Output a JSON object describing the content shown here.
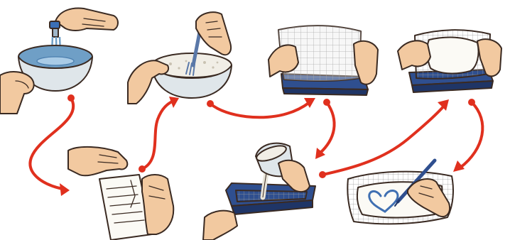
{
  "colors": {
    "arrow": "#e0301e",
    "skin": "#f2c9a0",
    "skin_shade": "#e0ad85",
    "bowl": "#dfe6ea",
    "water": "#6f9fc6",
    "mould_frame": "#2f4f8f",
    "mould_frame_dark": "#1f3566",
    "screen": "#c8c8c8",
    "pulp": "#f1eee6",
    "paper": "#fbfaf5",
    "heart": "#3f6fb2"
  },
  "steps": [
    {
      "id": "fill-bowl-with-water"
    },
    {
      "id": "tear-paper-into-pieces"
    },
    {
      "id": "mash-pulp-with-fork"
    },
    {
      "id": "pour-pulp-onto-screen"
    },
    {
      "id": "lift-screen-mesh"
    },
    {
      "id": "press-sheet-on-mould"
    },
    {
      "id": "draw-on-dried-paper"
    }
  ],
  "flow": [
    [
      "fill-bowl-with-water",
      "tear-paper-into-pieces"
    ],
    [
      "tear-paper-into-pieces",
      "mash-pulp-with-fork"
    ],
    [
      "mash-pulp-with-fork",
      "lift-screen-mesh"
    ],
    [
      "lift-screen-mesh",
      "pour-pulp-onto-screen"
    ],
    [
      "pour-pulp-onto-screen",
      "press-sheet-on-mould"
    ],
    [
      "press-sheet-on-mould",
      "draw-on-dried-paper"
    ]
  ]
}
